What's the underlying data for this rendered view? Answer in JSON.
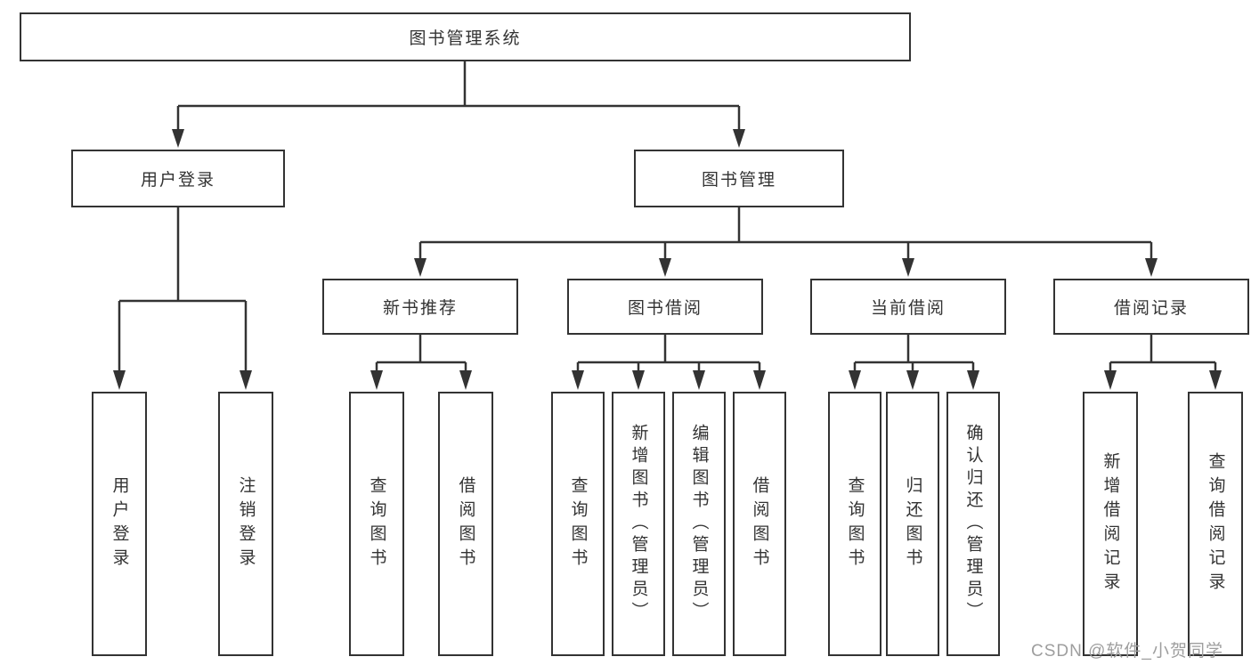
{
  "diagram_type": "hierarchy",
  "tree": {
    "root": {
      "label": "图书管理系统"
    },
    "branches": [
      {
        "label": "用户登录",
        "children": [
          {
            "label": "用户登录"
          },
          {
            "label": "注销登录"
          }
        ]
      },
      {
        "label": "图书管理",
        "groups": [
          {
            "label": "新书推荐",
            "children": [
              {
                "label": "查询图书"
              },
              {
                "label": "借阅图书"
              }
            ]
          },
          {
            "label": "图书借阅",
            "children": [
              {
                "label": "查询图书"
              },
              {
                "label": "新增图书（管理员）"
              },
              {
                "label": "编辑图书（管理员）"
              },
              {
                "label": "借阅图书"
              }
            ]
          },
          {
            "label": "当前借阅",
            "children": [
              {
                "label": "查询图书"
              },
              {
                "label": "归还图书"
              },
              {
                "label": "确认归还（管理员）"
              }
            ]
          },
          {
            "label": "借阅记录",
            "children": [
              {
                "label": "新增借阅记录"
              },
              {
                "label": "查询借阅记录"
              }
            ]
          }
        ]
      }
    ]
  },
  "watermark": {
    "text": "CSDN @软件_小贺同学",
    "color": "#9e9e9e"
  },
  "colors": {
    "line": "#333333",
    "box_border": "#333333",
    "box_fill": "#ffffff",
    "text": "#333333",
    "background": "#ffffff"
  }
}
